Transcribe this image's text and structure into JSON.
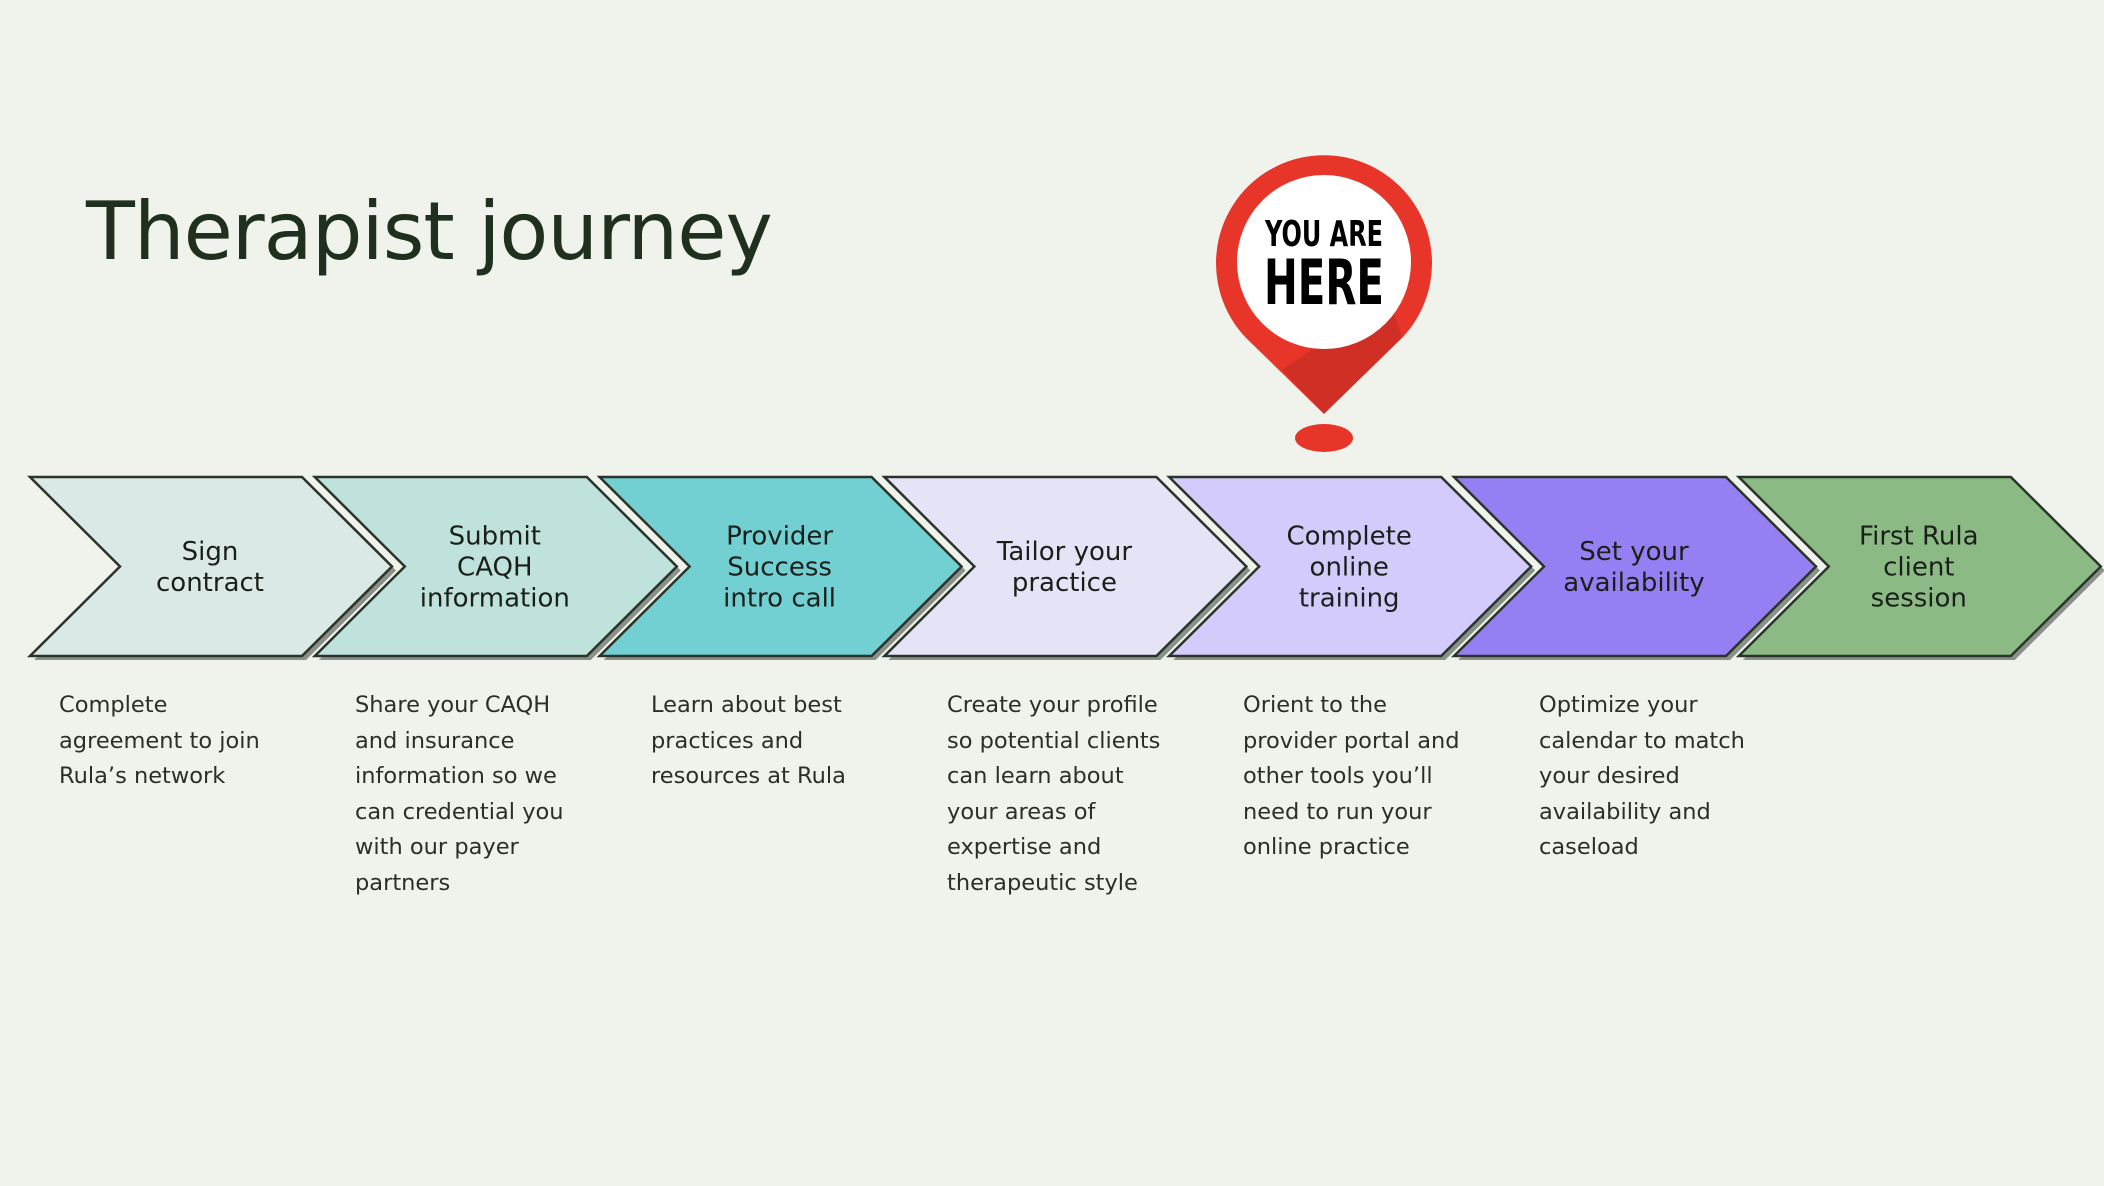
{
  "title": "Therapist journey",
  "marker": {
    "line1": "YOU ARE",
    "line2": "HERE",
    "step_index": 4,
    "color": "#e8352a"
  },
  "steps": [
    {
      "label_lines": [
        "Sign",
        "contract"
      ],
      "description": "Complete agreement to join Rula’s network",
      "color": "#dae9e5"
    },
    {
      "label_lines": [
        "Submit",
        "CAQH",
        "information"
      ],
      "description": "Share your CAQH and insurance information so we can credential you with our payer partners",
      "color": "#bfe2dc"
    },
    {
      "label_lines": [
        "Provider",
        "Success",
        "intro call"
      ],
      "description": "Learn about best practices and resources at Rula",
      "color": "#72cfd2"
    },
    {
      "label_lines": [
        "Tailor your",
        "practice"
      ],
      "description": "Create your profile so potential clients can learn about your areas of expertise and therapeutic style",
      "color": "#e4e4f6"
    },
    {
      "label_lines": [
        "Complete",
        "online",
        "training"
      ],
      "description": "Orient to the provider portal and other tools you’ll need to run your online practice",
      "color": "#d3cbfb"
    },
    {
      "label_lines": [
        "Set your",
        "availability"
      ],
      "description": "Optimize your calendar to match your desired availability and caseload",
      "color": "#967ff3"
    },
    {
      "label_lines": [
        "First Rula",
        "client",
        "session"
      ],
      "description": "",
      "color": "#8bba85"
    }
  ]
}
